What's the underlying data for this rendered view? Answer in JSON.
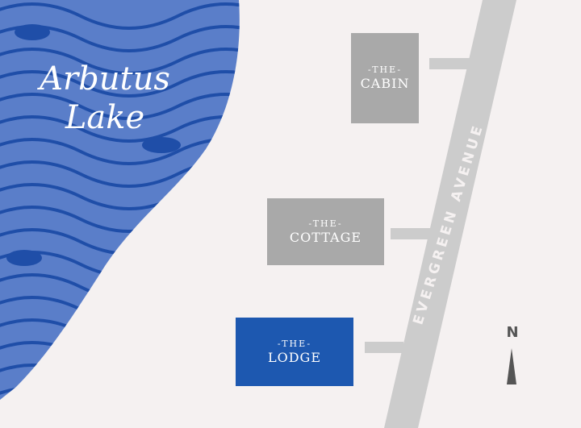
{
  "lake": {
    "line1": "Arbutus",
    "line2": "Lake"
  },
  "road": {
    "name": "EVERGREEN AVENUE"
  },
  "buildings": {
    "cabin": {
      "prefix": "-THE-",
      "name": "CABIN"
    },
    "cottage": {
      "prefix": "-THE-",
      "name": "COTTAGE"
    },
    "lodge": {
      "prefix": "-THE-",
      "name": "LODGE"
    }
  },
  "compass": {
    "label": "N"
  },
  "colors": {
    "background": "#f5f1f1",
    "water": "#5a7ec9",
    "water_lines": "#1f4ea8",
    "road": "#cccccc",
    "building_default": "#a9a9a9",
    "building_highlight": "#1d58b0",
    "compass": "#555555"
  }
}
